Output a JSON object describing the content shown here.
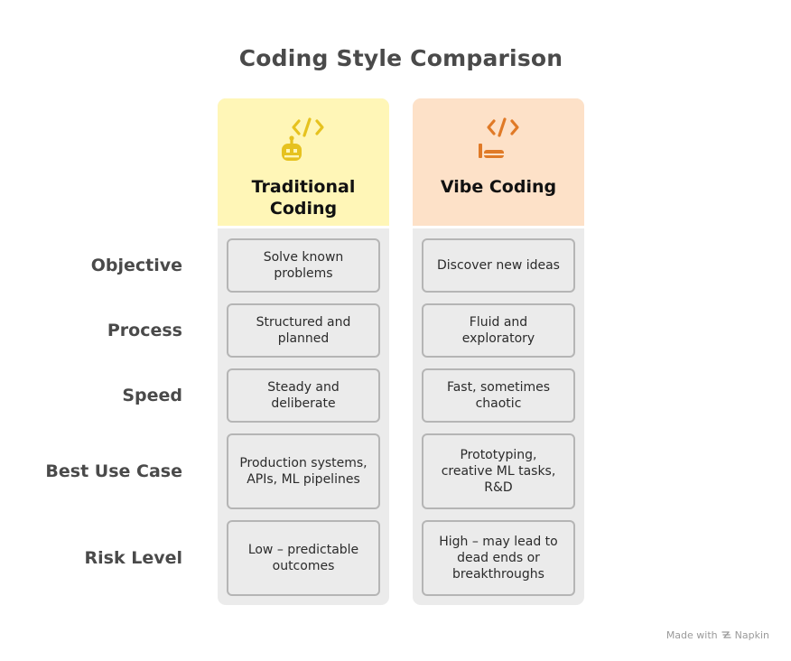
{
  "title": "Coding Style Comparison",
  "columns": [
    {
      "title": "Traditional Coding",
      "icon": "robot-code-icon",
      "header_color": "#fff6b7",
      "icon_color": "#e6c21f",
      "cells": [
        "Solve known problems",
        "Structured and planned",
        "Steady and deliberate",
        "Production systems, APIs, ML pipelines",
        "Low – predictable outcomes"
      ]
    },
    {
      "title": "Vibe Coding",
      "icon": "vibe-code-icon",
      "header_color": "#fde1c8",
      "icon_color": "#e07a27",
      "cells": [
        "Discover new ideas",
        "Fluid and exploratory",
        "Fast, sometimes chaotic",
        "Prototyping, creative ML tasks, R&D",
        "High – may lead to dead ends or breakthroughs"
      ]
    }
  ],
  "rows": [
    "Objective",
    "Process",
    "Speed",
    "Best Use Case",
    "Risk Level"
  ],
  "footer": {
    "made_with": "Made with",
    "brand": "Napkin"
  }
}
